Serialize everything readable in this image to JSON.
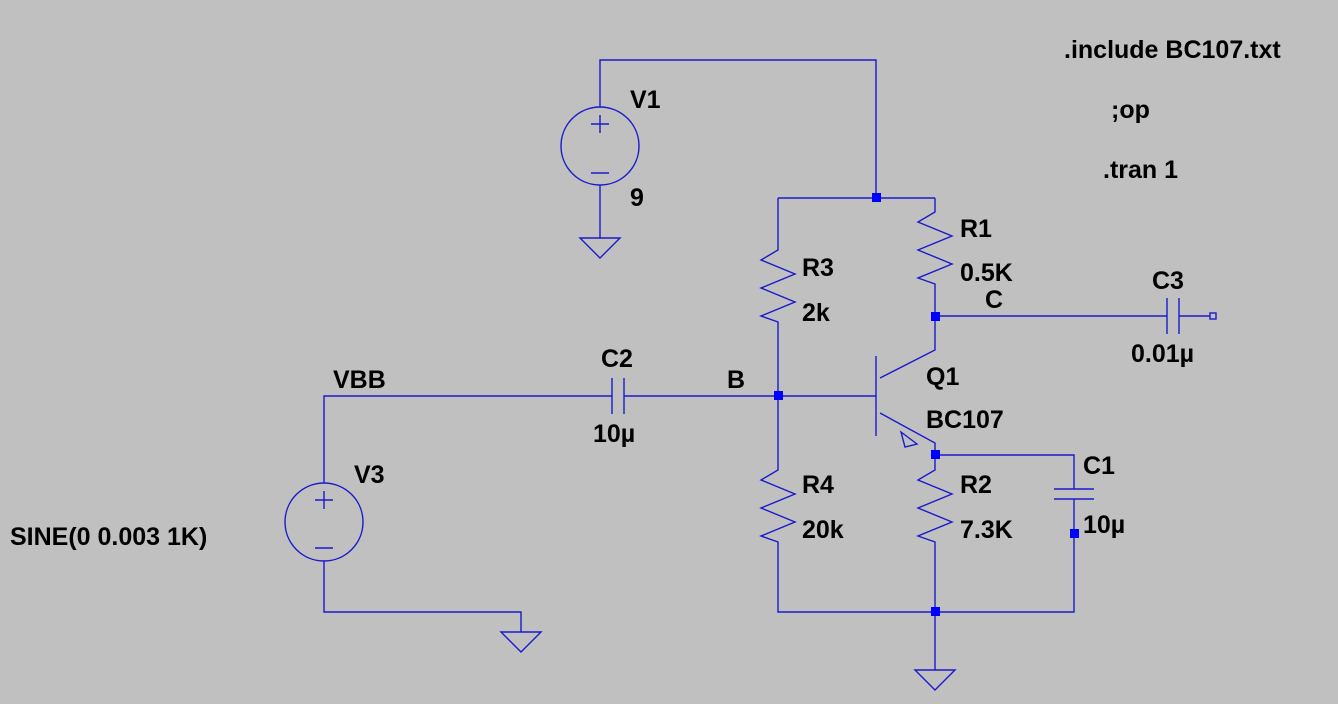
{
  "directives": {
    "include": ".include BC107.txt",
    "op": ";op",
    "tran": ".tran 1"
  },
  "sources": {
    "v1": {
      "name": "V1",
      "value": "9"
    },
    "v3": {
      "name": "V3",
      "value": "SINE(0 0.003 1K)"
    }
  },
  "resistors": {
    "r1": {
      "name": "R1",
      "value": "0.5K"
    },
    "r2": {
      "name": "R2",
      "value": "7.3K"
    },
    "r3": {
      "name": "R3",
      "value": "2k"
    },
    "r4": {
      "name": "R4",
      "value": "20k"
    }
  },
  "capacitors": {
    "c1": {
      "name": "C1",
      "value": "10µ"
    },
    "c2": {
      "name": "C2",
      "value": "10µ"
    },
    "c3": {
      "name": "C3",
      "value": "0.01µ"
    }
  },
  "transistor": {
    "name": "Q1",
    "model": "BC107"
  },
  "nets": {
    "vbb": "VBB",
    "base": "B",
    "collector": "C"
  },
  "colors": {
    "background": "#c0c0c0",
    "wire": "#1a1acc",
    "junction": "#0000ff",
    "text": "#000000"
  }
}
